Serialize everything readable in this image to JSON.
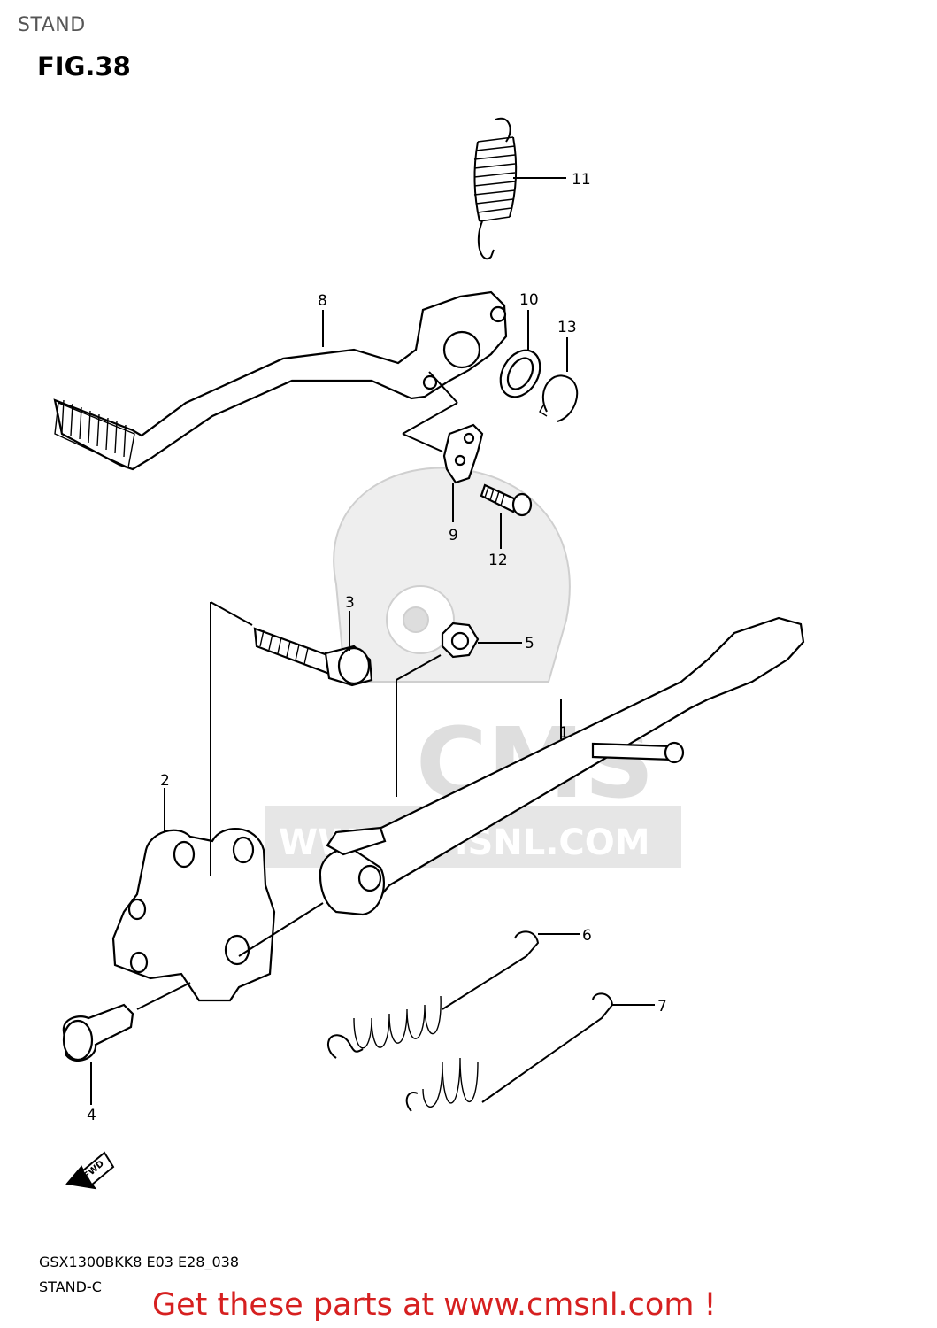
{
  "header": {
    "label": "STAND"
  },
  "figure": {
    "title": "FIG.38"
  },
  "callouts": [
    "1",
    "2",
    "3",
    "4",
    "5",
    "6",
    "7",
    "8",
    "9",
    "10",
    "11",
    "12",
    "13"
  ],
  "watermark": {
    "text": "CMS",
    "url": "WWW.CMSNL.COM"
  },
  "direction_marker": {
    "text": "FWD",
    "icon": "arrow-left-icon"
  },
  "footer": {
    "code": "GSX1300BKK8 E03 E28_038",
    "sub": "STAND-C",
    "promo": "Get these parts at www.cmsnl.com !"
  },
  "colors": {
    "promo": "#d62020",
    "watermark": "#d9d9d9"
  }
}
